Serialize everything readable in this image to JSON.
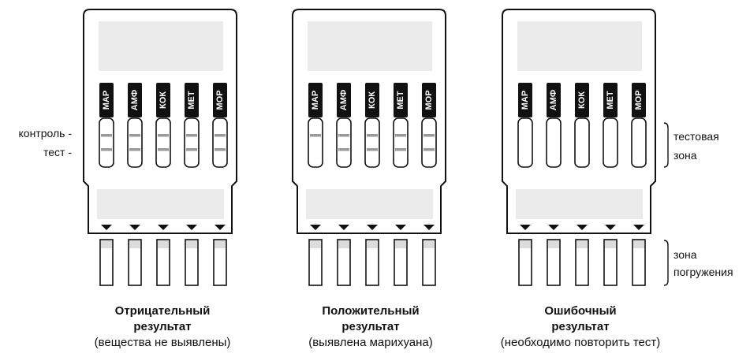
{
  "panels": [
    {
      "id": "negative",
      "result": "negative",
      "title_line1": "Отрицательный",
      "title_line2": "результат",
      "subtitle": "(вещества не выявлены)"
    },
    {
      "id": "positive",
      "result": "positive",
      "title_line1": "Положительный",
      "title_line2": "результат",
      "subtitle": "(выявлена марихуана)"
    },
    {
      "id": "invalid",
      "result": "invalid",
      "title_line1": "Ошибочный",
      "title_line2": "результат",
      "subtitle": "(необходимо повторить тест)"
    }
  ],
  "strips": [
    "МАР",
    "АМФ",
    "КОК",
    "МЕТ",
    "МОР"
  ],
  "labels": {
    "control": "контроль -",
    "test": "тест -",
    "test_zone_line1": "тестовая",
    "test_zone_line2": "зона",
    "dip_zone_line1": "зона",
    "dip_zone_line2": "погружения"
  },
  "colors": {
    "outline": "#111111",
    "window_fill": "#ebebeb",
    "band": "#9a9a9a",
    "tag_fill": "#111111",
    "tag_text": "#ffffff"
  }
}
